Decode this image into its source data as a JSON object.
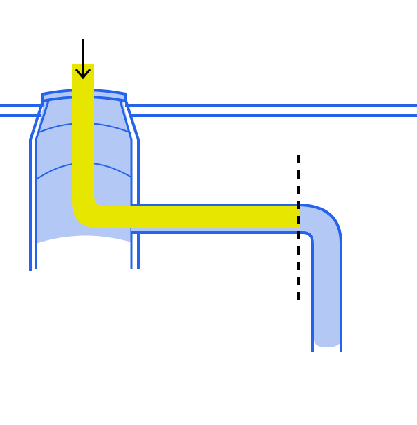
{
  "colors": {
    "background": "#ffffff",
    "outline": "#2563eb",
    "fill": "#b3c8f5",
    "highlight": "#e6e600",
    "arrow": "#000000",
    "cut_line": "#000000"
  },
  "elements": {
    "ground_line": "surface-line",
    "well": "manhole-structure",
    "pipe": "outlet-pipe",
    "path": "flow-path-highlight",
    "arrow": "down-arrow-icon",
    "section": "section-cut-line"
  }
}
